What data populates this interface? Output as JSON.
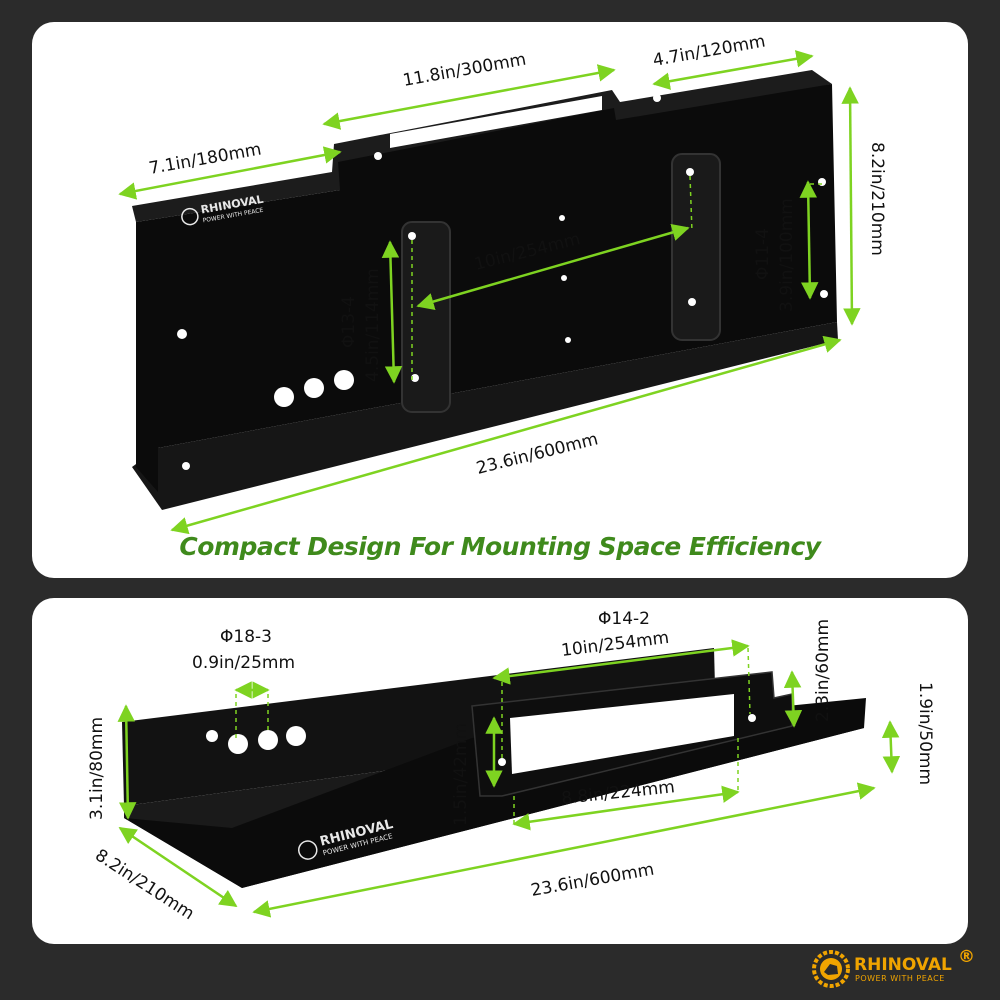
{
  "top": {
    "dim_top_slot": "11.8in/300mm",
    "dim_right_flange": "4.7in/120mm",
    "dim_left_flange": "7.1in/180mm",
    "dim_height": "8.2in/210mm",
    "dim_hole_spacing": "10in/254mm",
    "dim_left_holes_phi": "Φ13-4",
    "dim_left_holes_span": "4.5in/114mm",
    "dim_right_holes_phi": "Φ11-4",
    "dim_right_holes_span": "3.9in/100mm",
    "dim_length": "23.6in/600mm",
    "headline": "Compact Design For Mounting Space Efficiency",
    "plate_brand": "RHINOVAL",
    "plate_tagline": "POWER WITH PEACE"
  },
  "bottom": {
    "dim_holes_phi": "Φ18-3",
    "dim_holes_size": "0.9in/25mm",
    "dim_slot_phi": "Φ14-2",
    "dim_slot_spacing": "10in/254mm",
    "dim_flange_height": "2.3in/60mm",
    "dim_side_height": "3.1in/80mm",
    "dim_slot_height": "1.5in/42mm",
    "dim_slot_width": "8.8in/224mm",
    "dim_end_height": "1.9in/50mm",
    "dim_depth": "8.2in/210mm",
    "dim_length": "23.6in/600mm",
    "plate_brand": "RHINOVAL",
    "plate_tagline": "POWER WITH PEACE"
  },
  "brand": {
    "name": "RHINOVAL",
    "registered": "®",
    "tagline": "POWER WITH PEACE",
    "accent_color": "#f0a400",
    "icon": "gear-rhino-icon"
  },
  "colors": {
    "background": "#2b2b2b",
    "panel": "#ffffff",
    "dimension_lines": "#7ed321",
    "headline": "#3f8a1c",
    "plate": "#0b0b0b"
  }
}
